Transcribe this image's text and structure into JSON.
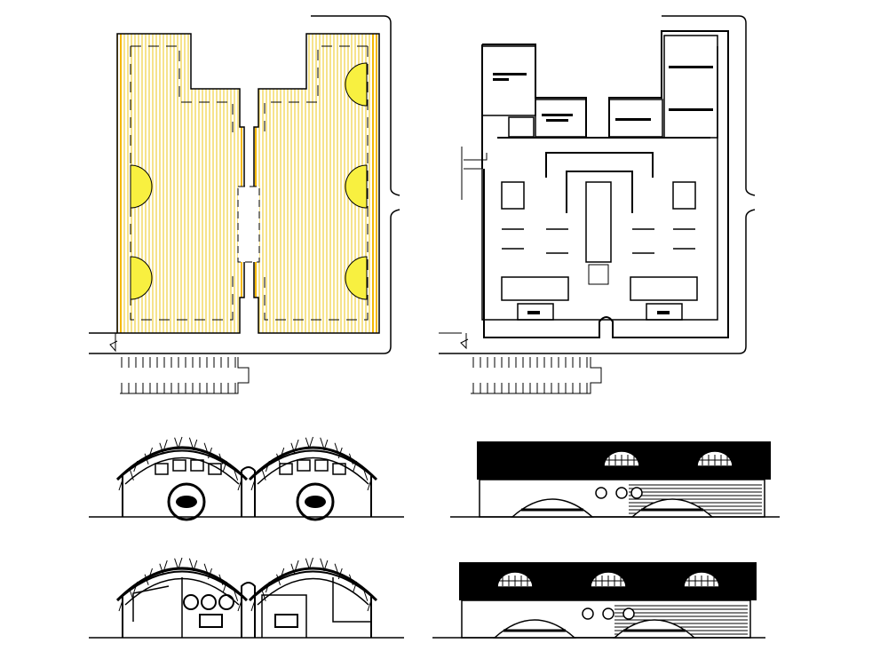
{
  "drawing": {
    "views": [
      "roof-plan",
      "floor-plan",
      "front-elevation",
      "side-elevation",
      "rear-elevation",
      "long-elevation"
    ]
  },
  "colors": {
    "line": "#000000",
    "roof_stripe": "#f0d040",
    "roof_stripe_dark": "#f5b800",
    "dome_fill": "#f8f040",
    "roof_dark": "#000000"
  }
}
